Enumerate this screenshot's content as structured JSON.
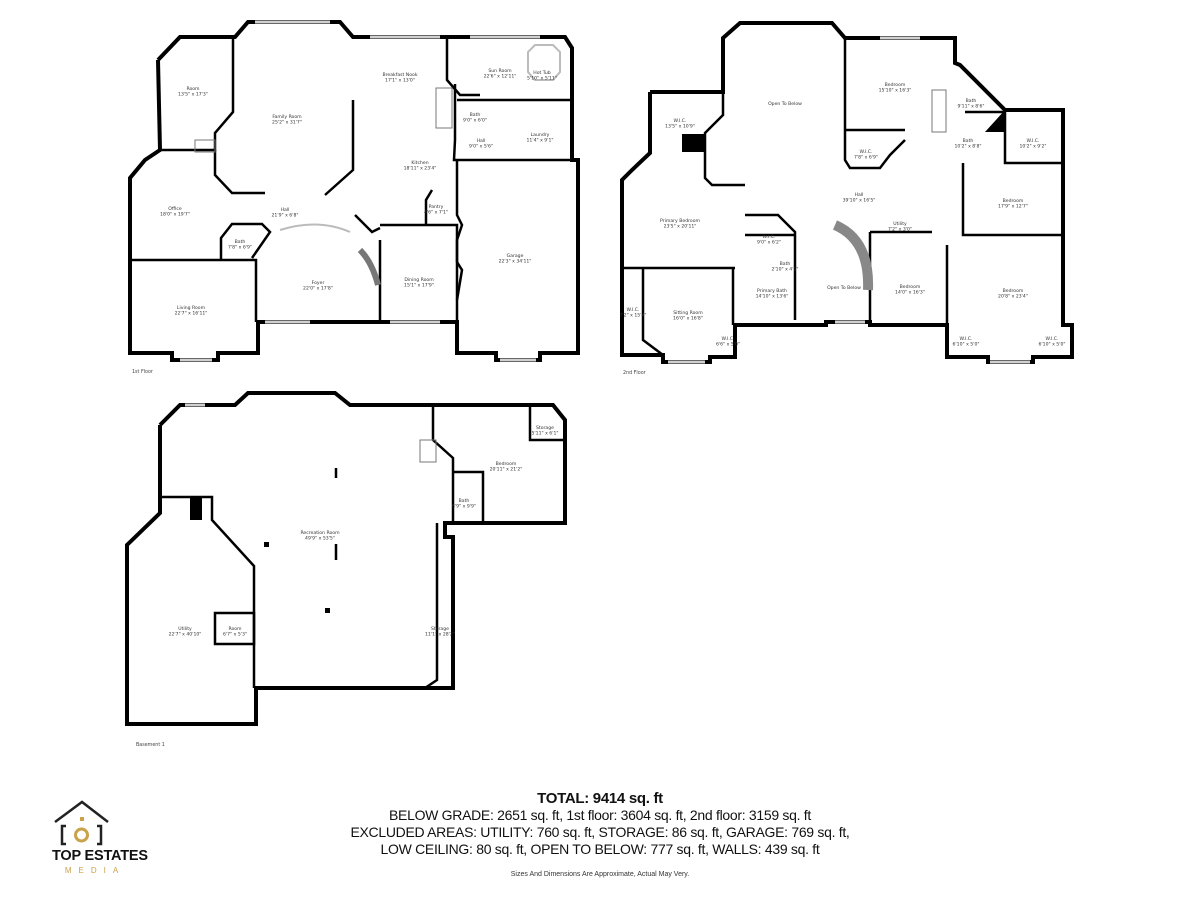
{
  "floors": [
    {
      "name": "1st Floor",
      "rooms": [
        {
          "name": "Room",
          "dims": "13'5\" x 17'3\""
        },
        {
          "name": "Family Room",
          "dims": "25'2\" x 31'7\""
        },
        {
          "name": "Breakfast Nook",
          "dims": "17'1\" x 13'0\""
        },
        {
          "name": "Sun Room",
          "dims": "22'6\" x 12'11\""
        },
        {
          "name": "Hot Tub",
          "dims": "5'10\" x 5'11\""
        },
        {
          "name": "Bath",
          "dims": "9'0\" x 6'0\""
        },
        {
          "name": "Hall",
          "dims": "9'0\" x 5'6\""
        },
        {
          "name": "Laundry",
          "dims": "11'4\" x 9'1\""
        },
        {
          "name": "Kitchen",
          "dims": "18'11\" x 23'4\""
        },
        {
          "name": "Pantry",
          "dims": "4'6\" x 7'1\""
        },
        {
          "name": "Office",
          "dims": "18'0\" x 19'7\""
        },
        {
          "name": "Hall",
          "dims": "21'9\" x 6'8\""
        },
        {
          "name": "Bath",
          "dims": "7'8\" x 6'9\""
        },
        {
          "name": "Foyer",
          "dims": "22'0\" x 17'8\""
        },
        {
          "name": "Dining Room",
          "dims": "15'1\" x 17'9\""
        },
        {
          "name": "Garage",
          "dims": "22'3\" x 34'11\""
        },
        {
          "name": "Living Room",
          "dims": "22'7\" x 16'11\""
        }
      ]
    },
    {
      "name": "2nd Floor",
      "rooms": [
        {
          "name": "W.I.C.",
          "dims": "13'5\" x 10'9\""
        },
        {
          "name": "Open To Below",
          "dims": ""
        },
        {
          "name": "Bedroom",
          "dims": "15'10\" x 16'3\""
        },
        {
          "name": "Bath",
          "dims": "9'11\" x 8'6\""
        },
        {
          "name": "W.I.C.",
          "dims": "7'8\" x 6'9\""
        },
        {
          "name": "Bath",
          "dims": "10'2\" x 8'8\""
        },
        {
          "name": "W.I.C.",
          "dims": "10'2\" x 9'2\""
        },
        {
          "name": "Hall",
          "dims": "39'10\" x 16'5\""
        },
        {
          "name": "Bedroom",
          "dims": "17'9\" x 12'7\""
        },
        {
          "name": "Primary Bedroom",
          "dims": "23'5\" x 20'11\""
        },
        {
          "name": "W.I.C.",
          "dims": "9'0\" x 6'2\""
        },
        {
          "name": "Utility",
          "dims": "7'2\" x 3'0\""
        },
        {
          "name": "Bath",
          "dims": "2'10\" x 4'1\""
        },
        {
          "name": "Primary Bath",
          "dims": "14'10\" x 13'6\""
        },
        {
          "name": "Open To Below",
          "dims": ""
        },
        {
          "name": "Bedroom",
          "dims": "14'0\" x 16'3\""
        },
        {
          "name": "Bedroom",
          "dims": "20'8\" x 23'4\""
        },
        {
          "name": "W.I.C.",
          "dims": "7'2\" x 15'4\""
        },
        {
          "name": "Sitting Room",
          "dims": "16'0\" x 16'8\""
        },
        {
          "name": "W.I.C.",
          "dims": "6'6\" x 5'0\""
        },
        {
          "name": "W.I.C.",
          "dims": "6'10\" x 5'0\""
        },
        {
          "name": "W.I.C.",
          "dims": "6'10\" x 5'0\""
        }
      ]
    },
    {
      "name": "Basement 1",
      "rooms": [
        {
          "name": "Storage",
          "dims": "5'11\" x 6'1\""
        },
        {
          "name": "Bedroom",
          "dims": "20'11\" x 21'2\""
        },
        {
          "name": "Bath",
          "dims": "8'9\" x 9'9\""
        },
        {
          "name": "Recreation Room",
          "dims": "49'9\" x 53'5\""
        },
        {
          "name": "Utility",
          "dims": "22'7\" x 40'10\""
        },
        {
          "name": "Room",
          "dims": "6'7\" x 5'3\""
        },
        {
          "name": "Storage",
          "dims": "11'1\" x 28'2\""
        }
      ]
    }
  ],
  "summary": {
    "total": "TOTAL: 9414 sq. ft",
    "line1": "BELOW GRADE: 2651 sq. ft, 1st floor: 3604 sq. ft, 2nd floor: 3159 sq. ft",
    "line2": "EXCLUDED AREAS: UTILITY: 760 sq. ft, STORAGE: 86 sq. ft, GARAGE: 769 sq. ft,",
    "line3": "LOW CEILING: 80 sq. ft, OPEN TO BELOW: 777 sq. ft, WALLS: 439 sq. ft",
    "disclaimer": "Sizes And Dimensions Are Approximate, Actual May Very."
  },
  "logo": {
    "line1": "TOP ESTATES",
    "line2": "MEDIA",
    "accent": "#c9a24a"
  }
}
